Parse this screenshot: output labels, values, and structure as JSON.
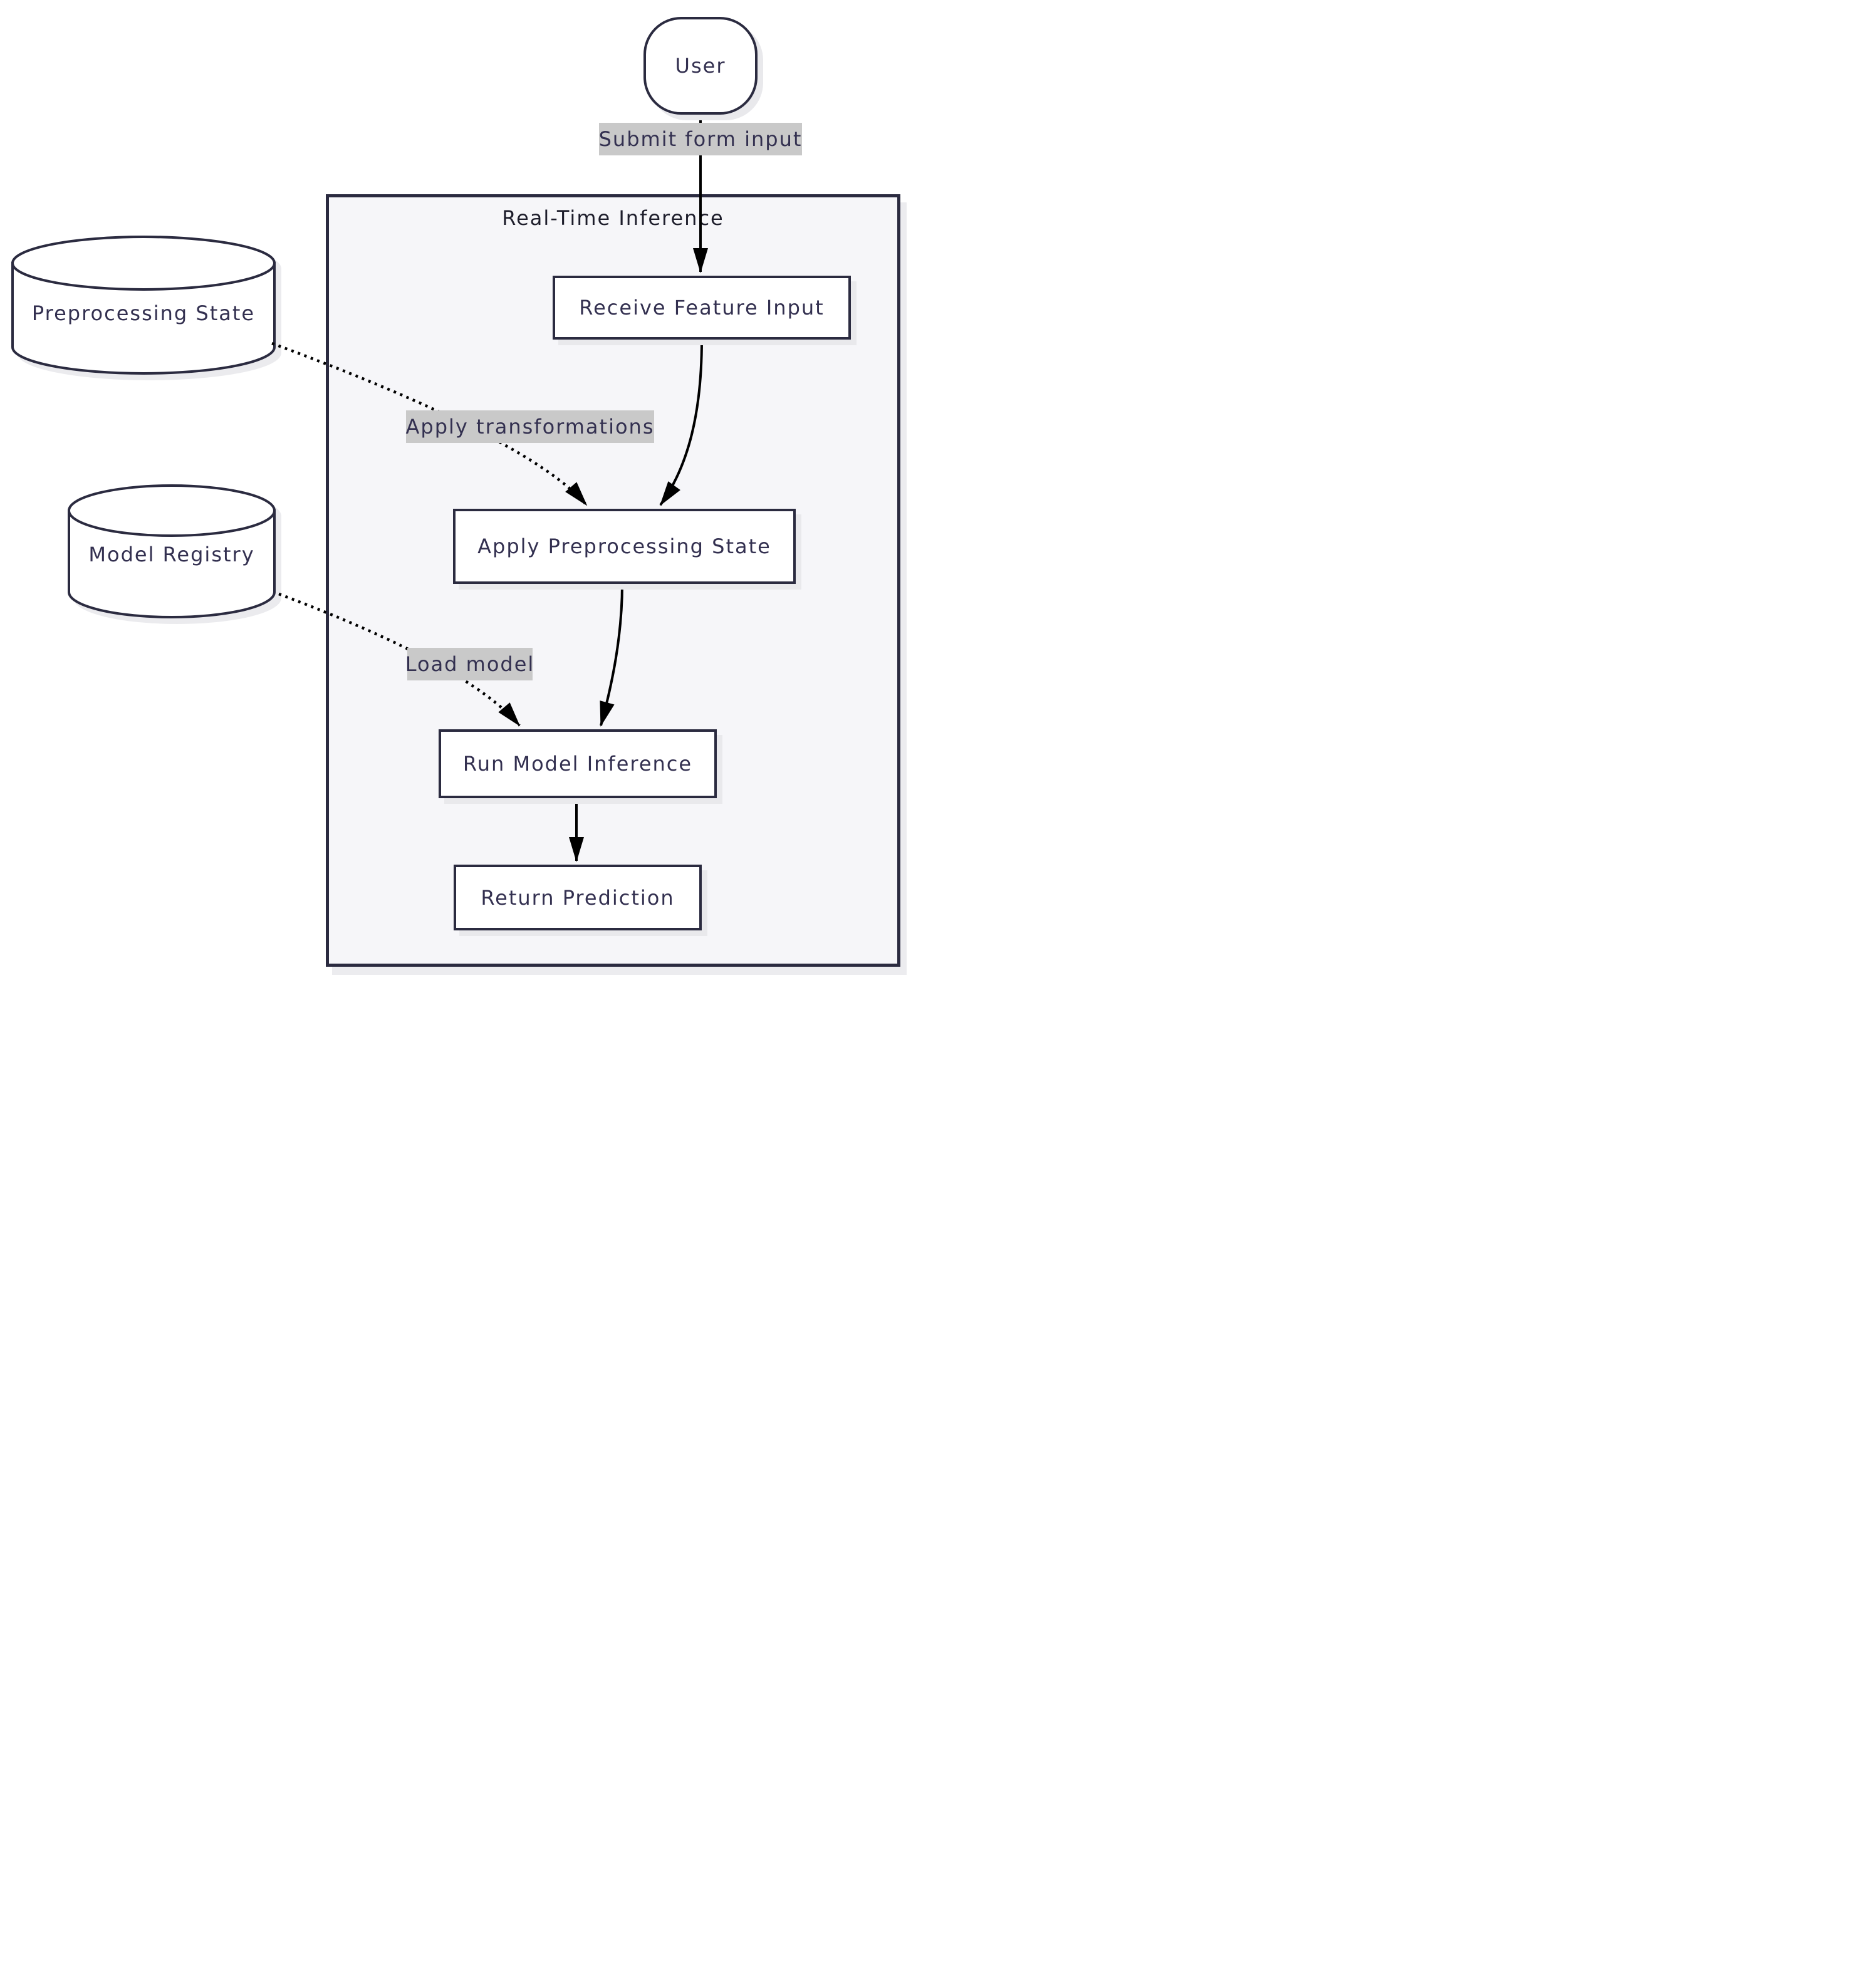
{
  "diagram": {
    "subgraph": {
      "title": "Real-Time Inference"
    },
    "nodes": [
      {
        "id": "user",
        "label": "User",
        "shape": "stadium"
      },
      {
        "id": "preprocessing_state",
        "label": "Preprocessing State",
        "shape": "database"
      },
      {
        "id": "model_registry",
        "label": "Model Registry",
        "shape": "database"
      },
      {
        "id": "receive_feature_input",
        "label": "Receive Feature Input",
        "shape": "rect"
      },
      {
        "id": "apply_preprocessing_state",
        "label": "Apply Preprocessing State",
        "shape": "rect"
      },
      {
        "id": "run_model_inference",
        "label": "Run Model Inference",
        "shape": "rect"
      },
      {
        "id": "return_prediction",
        "label": "Return Prediction",
        "shape": "rect"
      }
    ],
    "edges": [
      {
        "from": "user",
        "to": "receive_feature_input",
        "label": "Submit form input",
        "style": "solid"
      },
      {
        "from": "receive_feature_input",
        "to": "apply_preprocessing_state",
        "label": "",
        "style": "solid"
      },
      {
        "from": "preprocessing_state",
        "to": "apply_preprocessing_state",
        "label": "Apply transformations",
        "style": "dotted"
      },
      {
        "from": "apply_preprocessing_state",
        "to": "run_model_inference",
        "label": "",
        "style": "solid"
      },
      {
        "from": "model_registry",
        "to": "run_model_inference",
        "label": "Load model",
        "style": "dotted"
      },
      {
        "from": "run_model_inference",
        "to": "return_prediction",
        "label": "",
        "style": "solid"
      }
    ],
    "colors": {
      "node_border": "#2b2b40",
      "node_fill": "#ffffff",
      "text": "#333050",
      "subgraph_fill": "#f6f6f9",
      "edge_label_bg": "#c9c9c9",
      "arrow": "#000000",
      "shadow": "#e9e9ec"
    }
  }
}
